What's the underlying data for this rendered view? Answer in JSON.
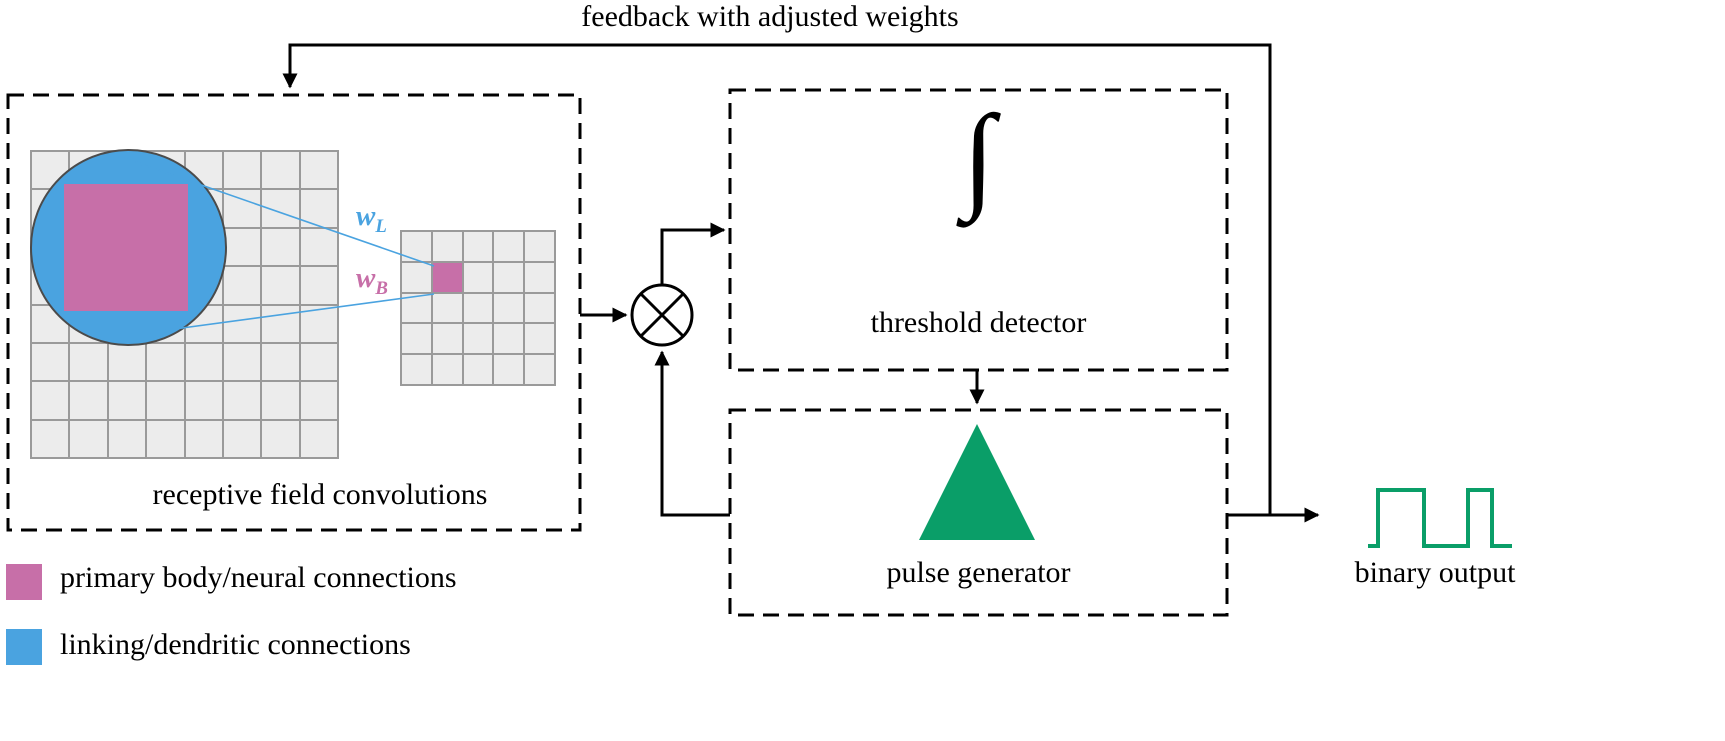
{
  "colors": {
    "pink": "#c76fa8",
    "blue": "#4aa3e0",
    "green": "#0a9e68",
    "gridFill": "#ececec",
    "gridLine": "#9a9a9a"
  },
  "labels": {
    "feedback": "feedback with adjusted weights",
    "receptive_field": "receptive field convolutions",
    "threshold_detector": "threshold detector",
    "pulse_generator": "pulse generator",
    "binary_output": "binary output",
    "integral": "∫",
    "w_l_base": "w",
    "w_l_sub": "L",
    "w_b_base": "w",
    "w_b_sub": "B"
  },
  "legend": {
    "items": [
      {
        "name": "primary-body-neural",
        "label": "primary body/neural connections"
      },
      {
        "name": "linking-dendritic",
        "label": "linking/dendritic connections"
      }
    ]
  },
  "grids": {
    "large": {
      "rows": 8,
      "cols": 8
    },
    "small": {
      "rows": 5,
      "cols": 5,
      "highlight": {
        "row": 1,
        "col": 1
      }
    }
  }
}
